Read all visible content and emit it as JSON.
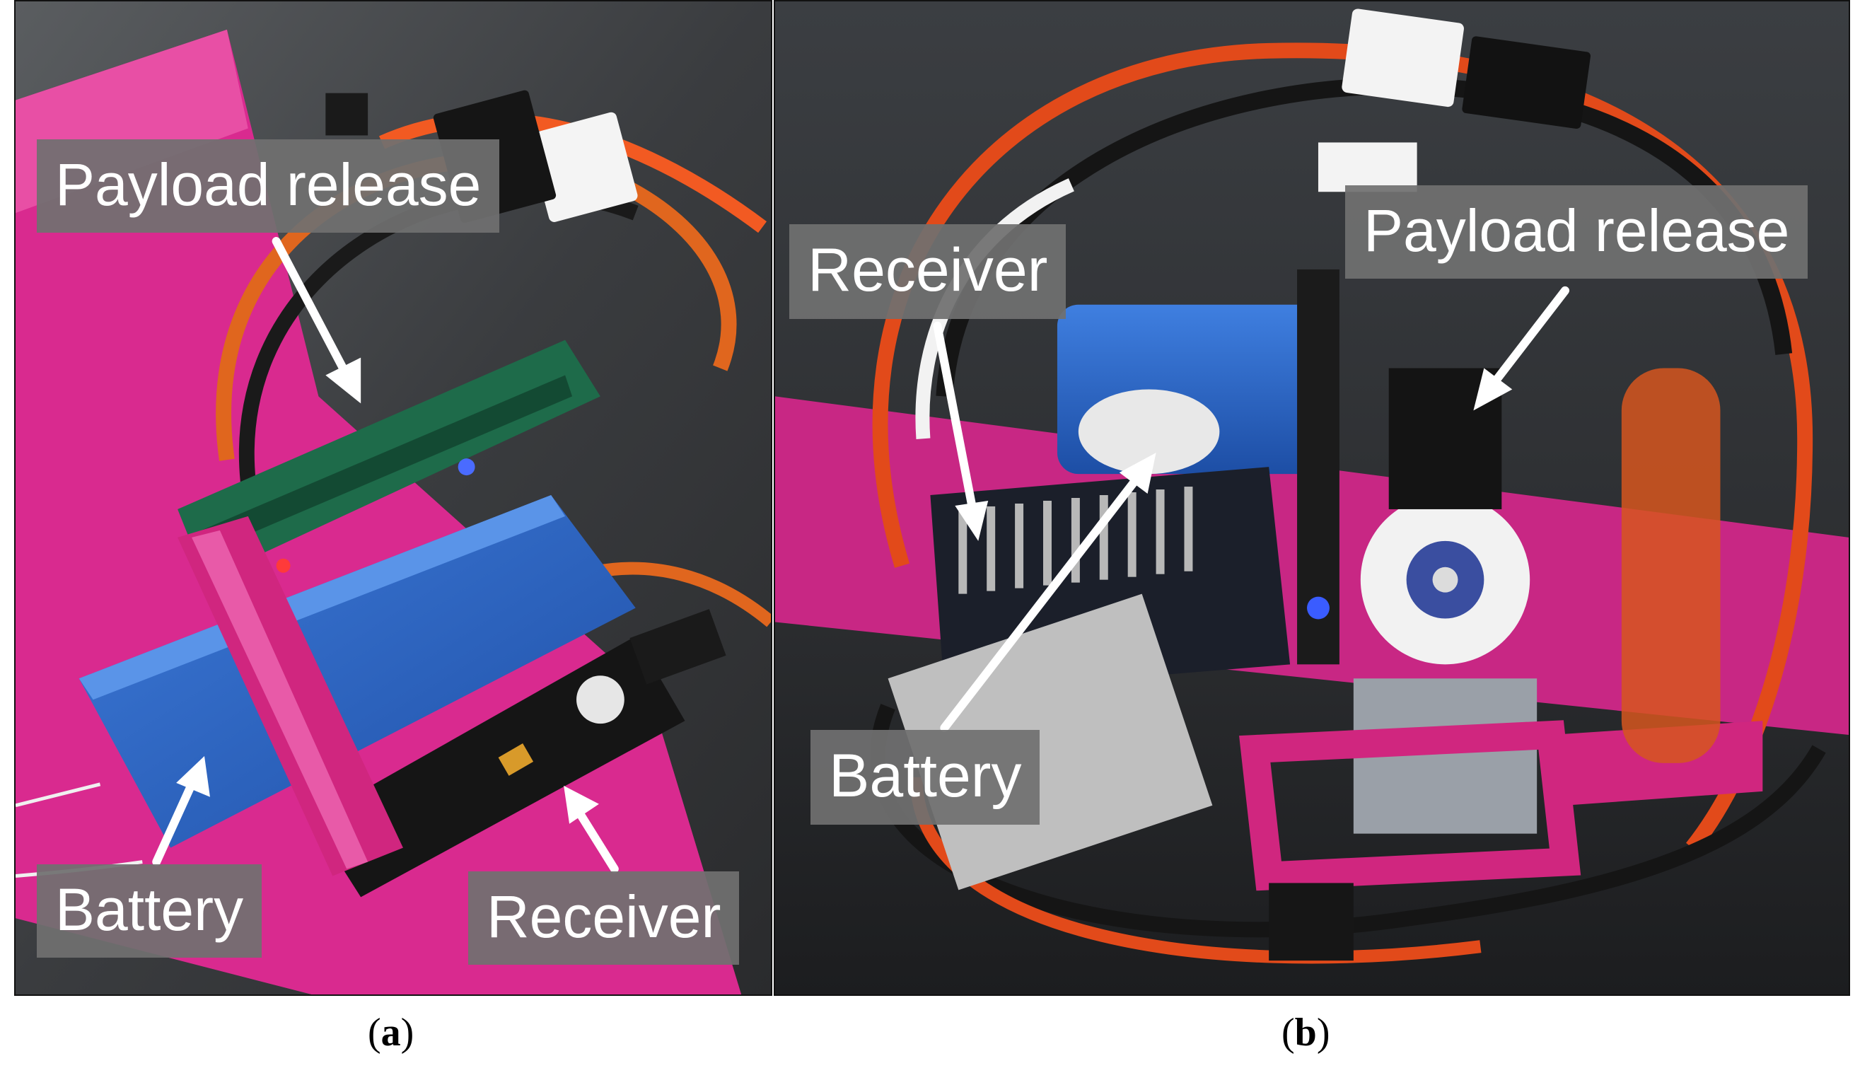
{
  "panel_a": {
    "label_open": "(",
    "label_letter": "a",
    "label_close": ")",
    "callouts": {
      "payload_release": "Payload release",
      "battery": "Battery",
      "receiver": "Receiver"
    }
  },
  "panel_b": {
    "label_open": "(",
    "label_letter": "b",
    "label_close": ")",
    "callouts": {
      "receiver": "Receiver",
      "payload_release": "Payload release",
      "battery": "Battery"
    }
  },
  "colors": {
    "callout_bg": "#707070",
    "callout_text": "#ffffff",
    "arrow": "#ffffff",
    "pink_mount": "#d92a8f",
    "battery_blue": "#2c63c7"
  }
}
